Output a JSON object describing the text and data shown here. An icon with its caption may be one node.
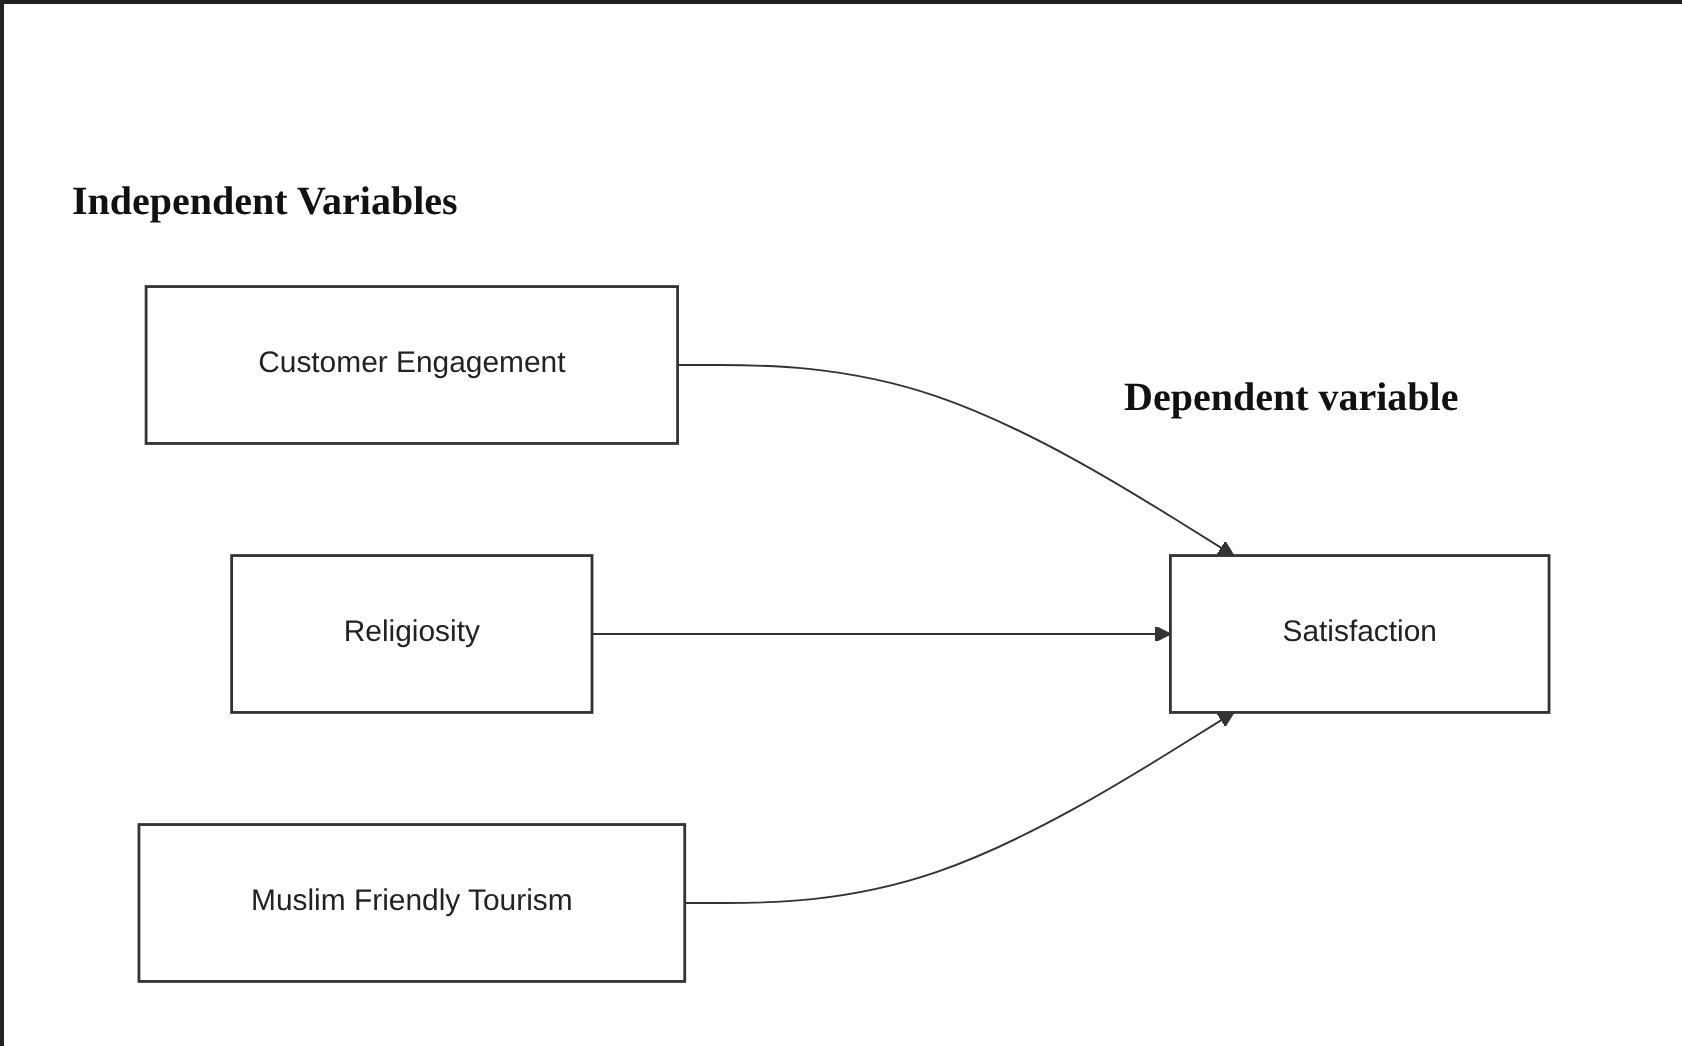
{
  "diagram": {
    "nodes": [
      {
        "text": [
          "Customer Engagement"
        ]
      },
      {
        "text": [
          "Religiosity"
        ]
      },
      {
        "text": [
          "Muslim Friendly Tourism"
        ]
      },
      {
        "text": [
          "Satisfaction"
        ]
      }
    ],
    "edges": [
      {
        "from": 0,
        "to": 3,
        "arrow": "to"
      },
      {
        "from": 1,
        "to": 3,
        "arrow": "to"
      },
      {
        "from": 2,
        "to": 3,
        "arrow": "to"
      }
    ],
    "labels": [
      "Independent Variables",
      "Dependent variable"
    ]
  }
}
